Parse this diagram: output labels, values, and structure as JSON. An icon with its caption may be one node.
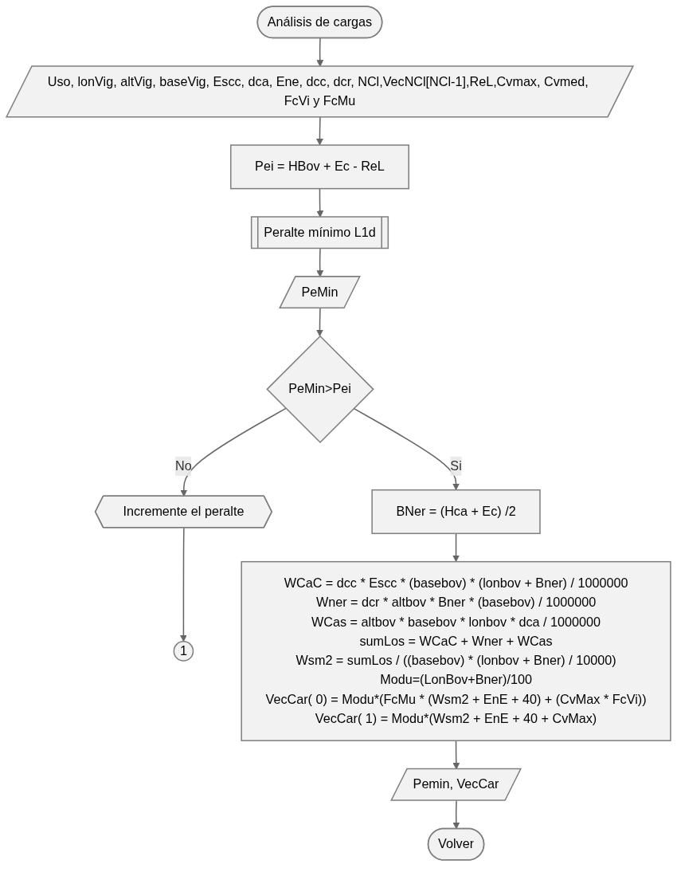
{
  "diagram": {
    "nodes": [
      {
        "text": [
          "Análisis de cargas"
        ]
      },
      {
        "text": [
          "Uso, lonVig, altVig, baseVig, Escc, dca, Ene, dcc, dcr, NCl,VecNCl[NCl-1],ReL,Cvmax, Cvmed, FcVi y FcMu"
        ]
      },
      {
        "text": [
          "Pei = HBov + Ec - ReL"
        ]
      },
      {
        "text": [
          "Peralte mínimo L1d"
        ]
      },
      {
        "text": [
          "PeMin"
        ]
      },
      {
        "text": [
          "PeMin>Pei"
        ]
      },
      {
        "text": [
          "Incremente el peralte"
        ]
      },
      {
        "text": [
          "1"
        ]
      },
      {
        "text": [
          "BNer = (Hca + Ec) /2"
        ]
      },
      {
        "text": [
          "WCaC = dcc * Escc * (basebov) * (lonbov + Bner) / 1000000",
          "Wner = dcr * altbov * Bner * (basebov) / 1000000",
          "WCas = altbov * basebov * lonbov * dca / 1000000",
          "sumLos = WCaC + Wner + WCas",
          "Wsm2 = sumLos / ((basebov) * (lonbov + Bner) / 10000)",
          "Modu=(LonBov+Bner)/100",
          "VecCar( 0) = Modu*(FcMu * (Wsm2 + EnE + 40) + (CvMax * FcVi))",
          "VecCar( 1) = Modu*(Wsm2 + EnE + 40  + CvMax)"
        ]
      },
      {
        "text": [
          "Pemin, VecCar"
        ]
      },
      {
        "text": [
          "Volver"
        ]
      }
    ],
    "edges": [
      {
        "from": 0,
        "to": 1,
        "arrow": "to"
      },
      {
        "from": 1,
        "to": 2,
        "arrow": "to"
      },
      {
        "from": 2,
        "to": 3,
        "arrow": "to"
      },
      {
        "from": 3,
        "to": 4,
        "arrow": "to"
      },
      {
        "from": 4,
        "to": 5,
        "arrow": "to"
      },
      {
        "from": 5,
        "to": 6,
        "arrow": "to",
        "label": "No"
      },
      {
        "from": 6,
        "to": 7,
        "arrow": "to"
      },
      {
        "from": 5,
        "to": 8,
        "arrow": "to",
        "label": "Si"
      },
      {
        "from": 8,
        "to": 9,
        "arrow": "to"
      },
      {
        "from": 9,
        "to": 10,
        "arrow": "to"
      },
      {
        "from": 10,
        "to": 11,
        "arrow": "to"
      }
    ]
  }
}
